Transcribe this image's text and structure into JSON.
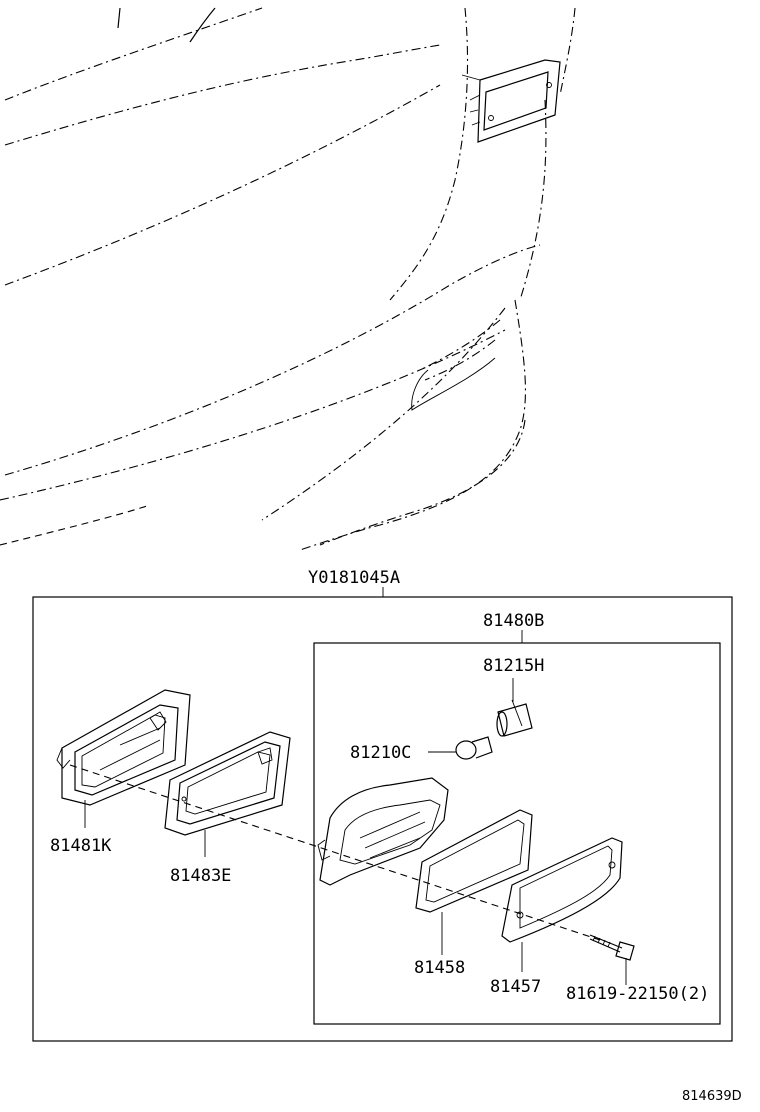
{
  "assembly": {
    "part_no": "Y0181045A"
  },
  "sub_assembly": {
    "part_no": "81480B"
  },
  "parts": {
    "socket": "81215H",
    "bulb": "81210C",
    "bezel_outer": "81481K",
    "bezel_inner": "81483E",
    "gasket": "81458",
    "lens": "81457",
    "screw": "81619-22150",
    "screw_qty": "(2)"
  },
  "figure_id": "814639D"
}
